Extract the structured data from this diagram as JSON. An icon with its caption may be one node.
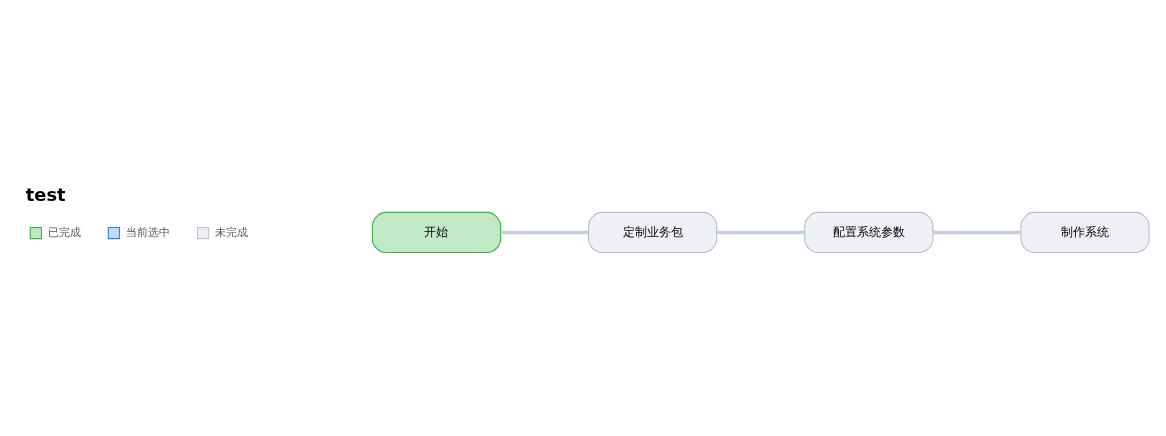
{
  "diagram": {
    "title": "test",
    "nodes": [
      {
        "text": [
          "开始"
        ]
      },
      {
        "text": [
          "定制业务包"
        ]
      },
      {
        "text": [
          "配置系统参数"
        ]
      },
      {
        "text": [
          "制作系统"
        ]
      }
    ],
    "edges": [
      {
        "from": 0,
        "to": 1,
        "arrow": "none"
      },
      {
        "from": 1,
        "to": 2,
        "arrow": "none"
      },
      {
        "from": 2,
        "to": 3,
        "arrow": "none"
      }
    ],
    "legend": [
      {
        "text": "已完成",
        "color": "#c3e8c6"
      },
      {
        "text": "当前选中",
        "color": "#bfdcfb"
      },
      {
        "text": "未完成",
        "color": "#eef0f6"
      }
    ]
  }
}
